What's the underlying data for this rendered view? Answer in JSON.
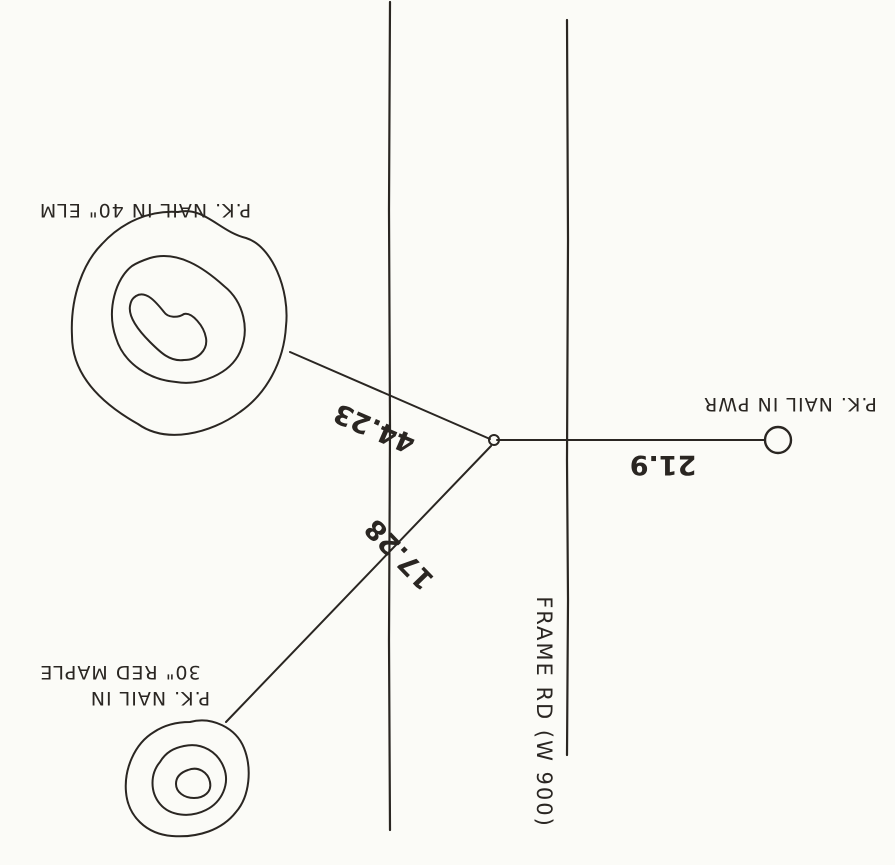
{
  "sketch": {
    "orientation": "rotated 180 degrees",
    "ink_color": "#2a2622",
    "paper_color": "#fbfbf7",
    "point": {
      "symbol": "small-circle"
    },
    "road": {
      "name": "FRAME RD (W 900)"
    },
    "references": [
      {
        "id": "pwr",
        "label_line1": "P.K. NAIL IN PWR",
        "distance": "21.9",
        "marker": "circle"
      },
      {
        "id": "elm",
        "label_line1": "P.K. NAIL IN 40\" ELM",
        "distance": "44.23",
        "marker": "tree"
      },
      {
        "id": "maple",
        "label_line1": "P.K. NAIL IN",
        "label_line2": "30\" RED MAPLE",
        "distance": "17.28",
        "marker": "tree"
      }
    ]
  }
}
